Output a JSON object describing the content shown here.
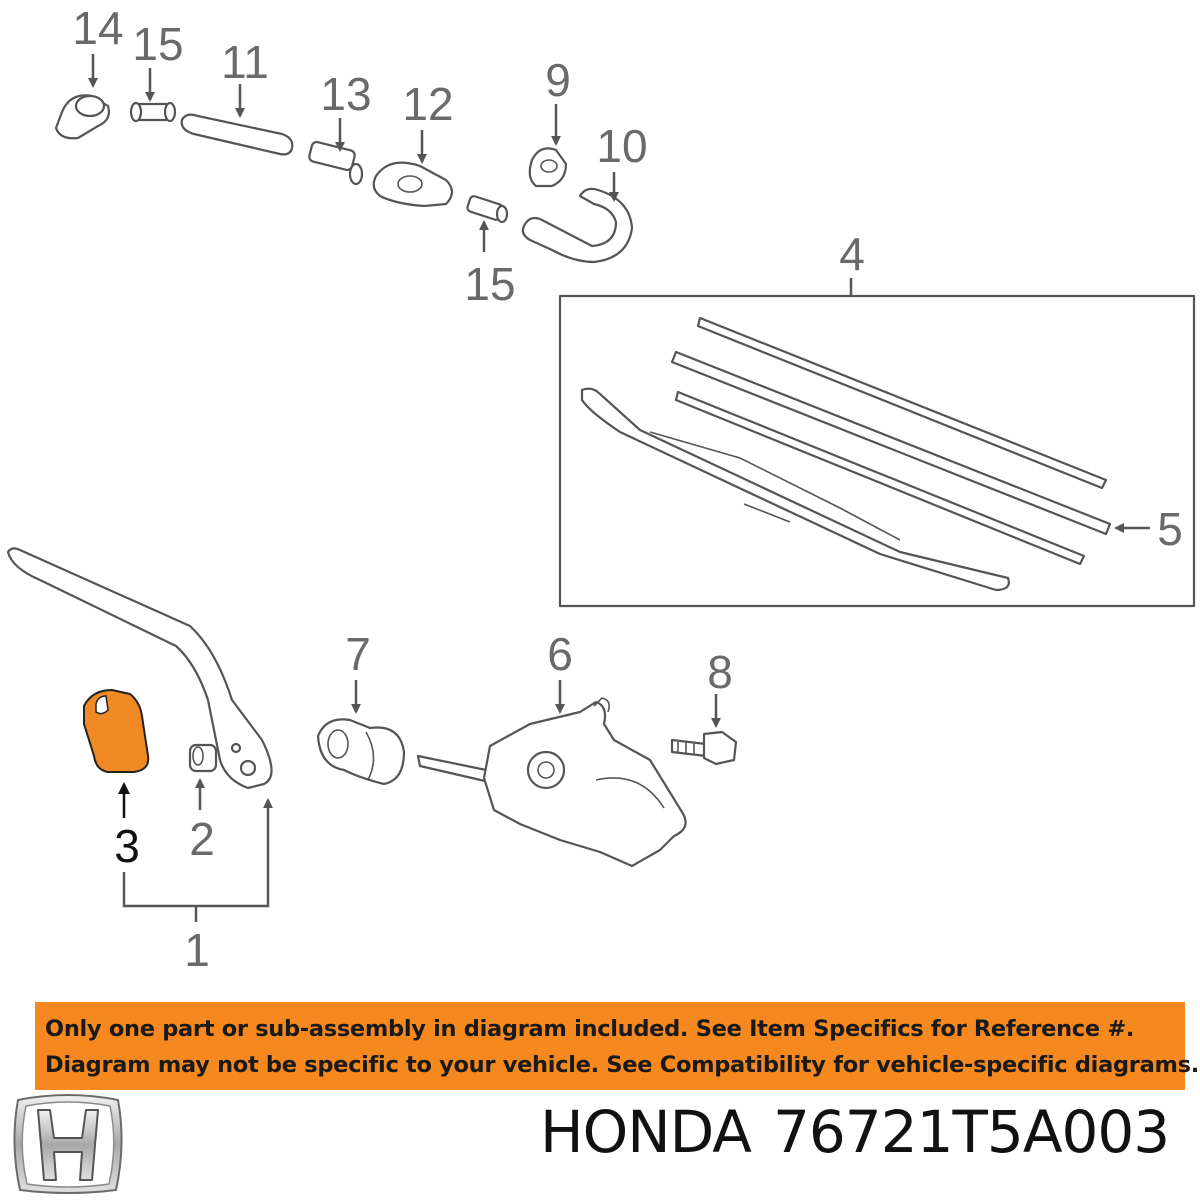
{
  "callouts": [
    {
      "label": "14",
      "highlight": false
    },
    {
      "label": "15",
      "highlight": false
    },
    {
      "label": "11",
      "highlight": false
    },
    {
      "label": "13",
      "highlight": false
    },
    {
      "label": "12",
      "highlight": false
    },
    {
      "label": "9",
      "highlight": false
    },
    {
      "label": "10",
      "highlight": false
    },
    {
      "label": "15",
      "highlight": false
    },
    {
      "label": "4",
      "highlight": false
    },
    {
      "label": "5",
      "highlight": false
    },
    {
      "label": "7",
      "highlight": false
    },
    {
      "label": "6",
      "highlight": false
    },
    {
      "label": "8",
      "highlight": false
    },
    {
      "label": "3",
      "highlight": true
    },
    {
      "label": "2",
      "highlight": false
    },
    {
      "label": "1",
      "highlight": false
    }
  ],
  "notice": {
    "line1": "Only one part or sub-assembly in diagram included. See Item Specifics for Reference #.",
    "line2": "Diagram may not be specific to your vehicle. See Compatibility for vehicle-specific diagrams."
  },
  "brand": {
    "make": "HONDA",
    "part_number": "76721T5A003"
  },
  "colors": {
    "highlight_part": "#f08a24",
    "notice_background": "#f5891f",
    "line": "#555555"
  },
  "icons": {
    "logo": "honda-h-logo"
  }
}
